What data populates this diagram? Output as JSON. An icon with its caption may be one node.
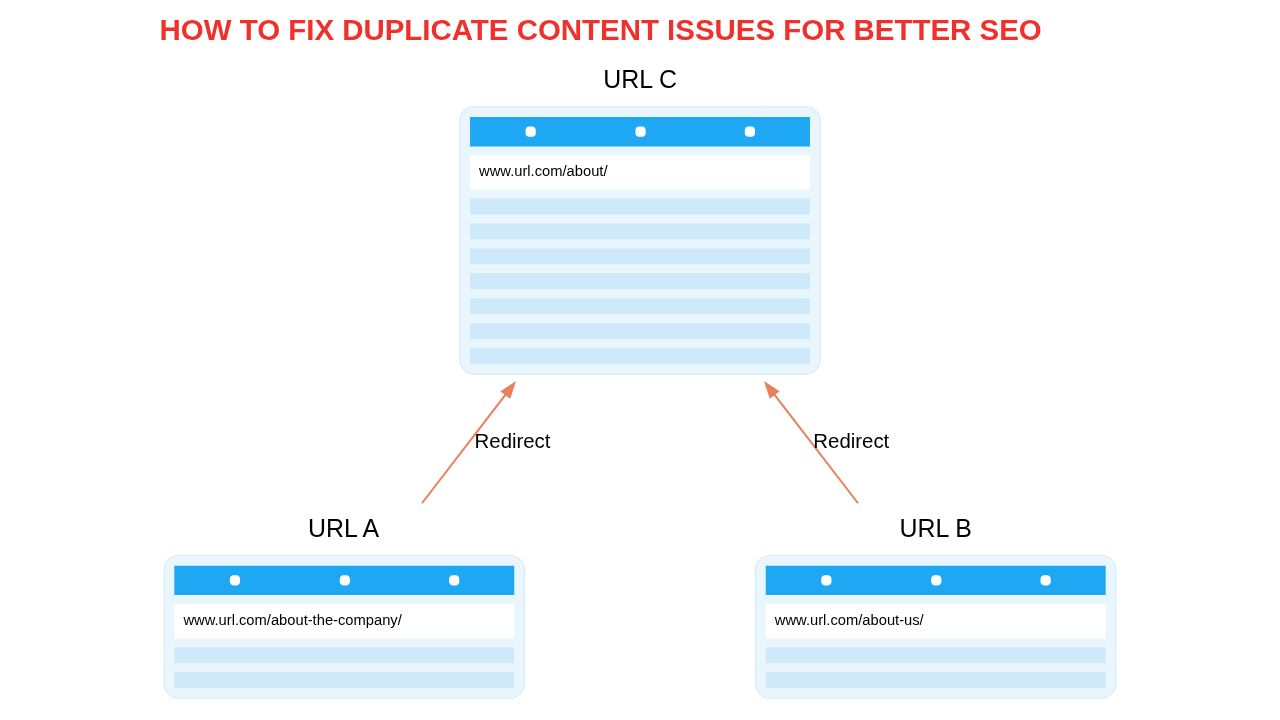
{
  "diagram": {
    "title": "HOW TO FIX DUPLICATE CONTENT ISSUES FOR BETTER SEO",
    "nodes": [
      {
        "text": [
          "URL C",
          "www.url.com/about/"
        ]
      },
      {
        "text": [
          "URL A",
          "www.url.com/about-the-company/"
        ]
      },
      {
        "text": [
          "URL B",
          "www.url.com/about-us/"
        ]
      }
    ],
    "edges": [
      {
        "from": 1,
        "to": 0,
        "arrow": "to",
        "label": "Redirect",
        "color": "#e8825a"
      },
      {
        "from": 2,
        "to": 0,
        "arrow": "to",
        "label": "Redirect",
        "color": "#e8825a"
      }
    ]
  }
}
